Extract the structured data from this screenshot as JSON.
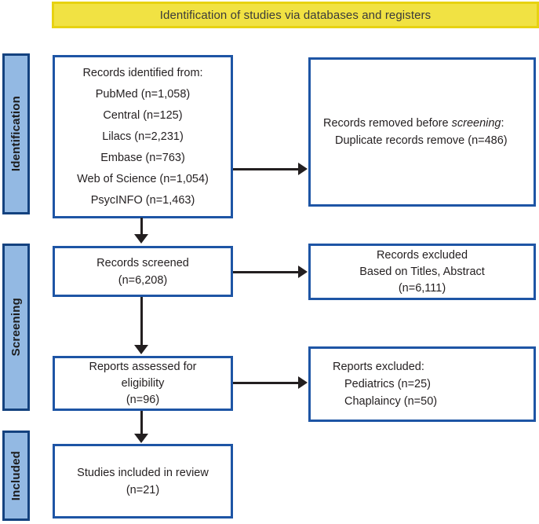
{
  "banner": {
    "label": "Identification of studies via databases and registers"
  },
  "sidebar": {
    "stages": [
      {
        "label": "Identification"
      },
      {
        "label": "Screening"
      },
      {
        "label": "Included"
      }
    ]
  },
  "flow": {
    "identified": {
      "title": "Records identified from:",
      "lines": [
        "PubMed (n=1,058)",
        "Central (n=125)",
        "Lilacs (n=2,231)",
        "Embase (n=763)",
        "Web of Science (n=1,054)",
        "PsycINFO (n=1,463)"
      ]
    },
    "removed": {
      "line1_prefix": "Records removed before ",
      "line1_italic": "screening",
      "line1_suffix": ":",
      "line2": "Duplicate records remove (n=486)"
    },
    "screened": {
      "lines": [
        "Records screened",
        "(n=6,208)"
      ]
    },
    "excluded_titles": {
      "lines": [
        "Records excluded",
        "Based on Titles, Abstract",
        "(n=6,111)"
      ]
    },
    "assessed": {
      "lines": [
        "Reports assessed for",
        "eligibility",
        "(n=96)"
      ]
    },
    "reports_excluded": {
      "title": "Reports excluded:",
      "lines": [
        "Pediatrics (n=25)",
        "Chaplaincy (n=50)"
      ]
    },
    "included": {
      "lines": [
        "Studies included in review",
        "(n=21)"
      ]
    }
  },
  "colors": {
    "banner_fill": "#f1e243",
    "banner_border": "#e7d211",
    "box_border_blue": "#1e55a5",
    "stage_fill": "#93b9e3",
    "stage_border": "#14427f",
    "arrow": "#231f20",
    "text": "#231f20"
  }
}
